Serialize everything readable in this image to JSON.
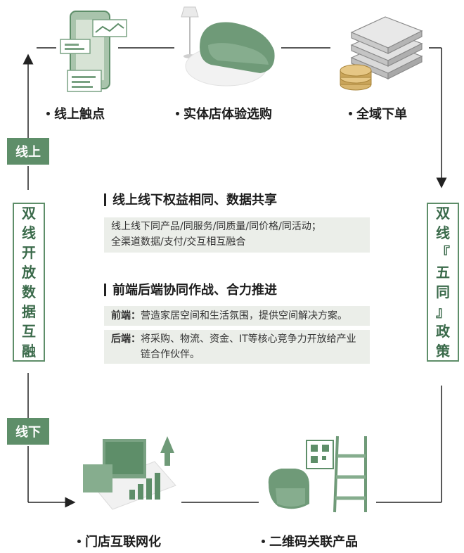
{
  "nodes": {
    "online_touch": "线上触点",
    "store_experience": "实体店体验选购",
    "global_order": "全域下单",
    "store_internet": "门店互联网化",
    "qr_linked": "二维码关联产品"
  },
  "tags": {
    "online": "线上",
    "offline": "线下"
  },
  "left_box": [
    "双",
    "线",
    "开",
    "放",
    "数",
    "据",
    "互",
    "融"
  ],
  "right_box": [
    "双",
    "线",
    "『",
    "五",
    "同",
    "』",
    "政",
    "策"
  ],
  "section1": {
    "title": "线上线下权益相同、数据共享",
    "line1": "线上线下同产品/同服务/同质量/同价格/同活动；",
    "line2": "全渠道数据/支付/交互相互融合"
  },
  "section2": {
    "title": "前端后端协同作战、合力推进",
    "front_label": "前端：",
    "front_text": "营造家居空间和生活氛围，提供空间解决方案。",
    "back_label": "后端：",
    "back_text1": "将采购、物流、资金、IT等核心竞争力开放给产业",
    "back_text2": "链合作伙伴。"
  },
  "colors": {
    "accent": "#5e8e69",
    "light": "#a9c4ac",
    "panel": "#ebeee9"
  }
}
